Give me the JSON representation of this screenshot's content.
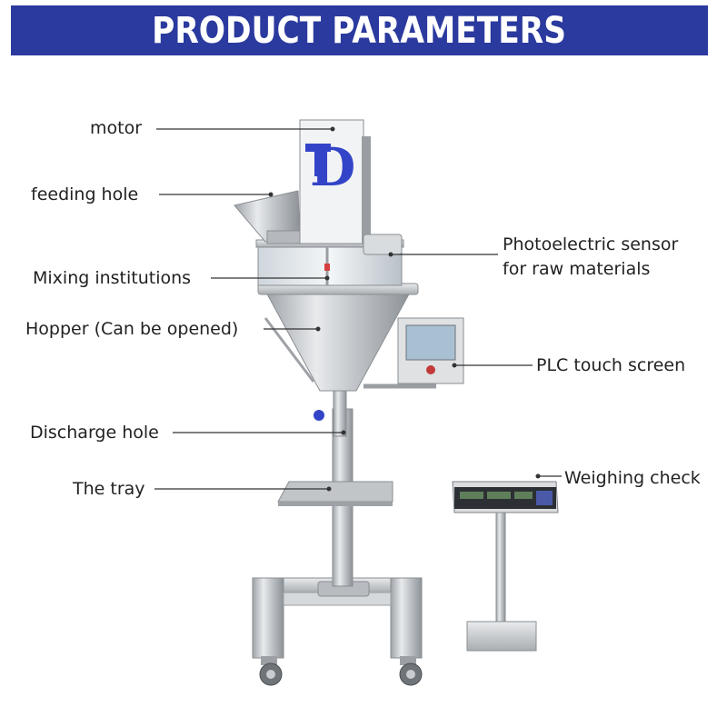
{
  "banner": {
    "title": "PRODUCT PARAMETERS"
  },
  "colors": {
    "banner": "#2b3a9e",
    "logo": "#3344c8",
    "steel": "#c9ccd0",
    "leader_line": "#333333"
  },
  "labels": {
    "motor": "motor",
    "feeding_hole": "feeding hole",
    "mixing": "Mixing institutions",
    "hopper": "Hopper (Can be opened)",
    "discharge": "Discharge hole",
    "tray": "The tray",
    "photo_line1": "Photoelectric sensor",
    "photo_line2": "for raw materials",
    "plc": "PLC touch screen",
    "weighing": "Weighing check"
  }
}
